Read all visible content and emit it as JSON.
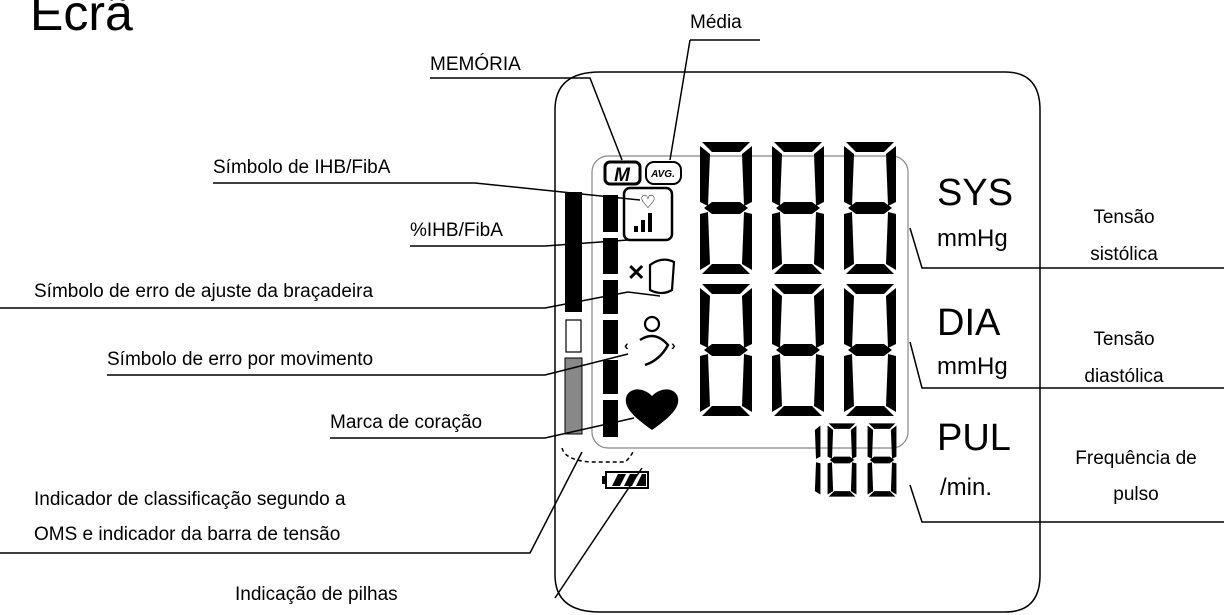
{
  "title": "Ecrã",
  "callouts": {
    "media": "Média",
    "memoria": "MEMÓRIA",
    "ihb_symbol": "Símbolo de IHB/FibA",
    "ihb_percent": "%IHB/FibA",
    "cuff_error": "Símbolo de erro de ajuste da braçadeira",
    "movement_error": "Símbolo de erro por movimento",
    "heart_mark": "Marca de coração",
    "who_indicator_line1": "Indicador de classificação segundo a",
    "who_indicator_line2": "OMS e indicador da barra de tensão",
    "battery": "Indicação de pilhas",
    "systolic_line1": "Tensão",
    "systolic_line2": "sistólica",
    "diastolic_line1": "Tensão",
    "diastolic_line2": "diastólica",
    "pulse_line1": "Frequência de",
    "pulse_line2": "pulso"
  },
  "display": {
    "memory_icon": "M",
    "avg_icon": "AVG.",
    "sys_digits": "888",
    "dia_digits": "888",
    "pul_digits": "188",
    "sys_label": "SYS",
    "sys_unit": "mmHg",
    "dia_label": "DIA",
    "dia_unit": "mmHg",
    "pul_label": "PUL",
    "pul_unit": "/min."
  },
  "icons": [
    "memory-icon",
    "average-icon",
    "ihb-heart-icon",
    "cuff-error-icon",
    "movement-error-icon",
    "heart-icon",
    "battery-icon"
  ]
}
